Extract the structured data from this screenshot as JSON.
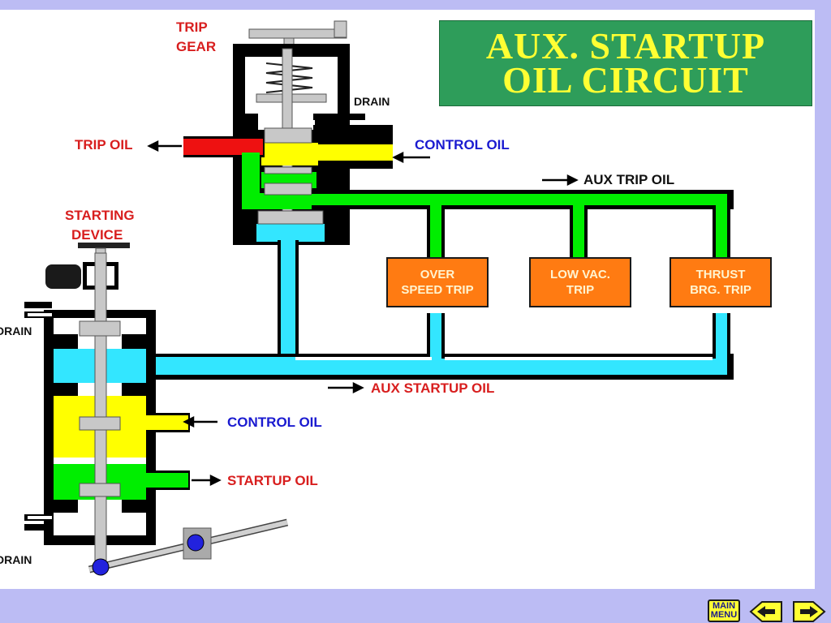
{
  "title": {
    "line1": "AUX. STARTUP",
    "line2": "OIL CIRCUIT"
  },
  "labels": {
    "trip_gear": [
      "TRIP",
      "GEAR"
    ],
    "drain_top": "DRAIN",
    "trip_oil": "TRIP OIL",
    "control_oil_top": "CONTROL OIL",
    "aux_trip_oil": "AUX TRIP OIL",
    "starting_device": [
      "STARTING",
      "DEVICE"
    ],
    "drain_left_upper": "DRAIN",
    "drain_left_lower": "DRAIN",
    "aux_startup_oil": "AUX STARTUP OIL",
    "control_oil_bottom": "CONTROL OIL",
    "startup_oil": "STARTUP OIL"
  },
  "trip_devices": [
    {
      "line1": "OVER",
      "line2": "SPEED TRIP"
    },
    {
      "line1": "LOW VAC.",
      "line2": "TRIP"
    },
    {
      "line1": "THRUST",
      "line2": "BRG. TRIP"
    }
  ],
  "nav": {
    "main_menu": [
      "MAIN",
      "MENU"
    ],
    "prev_icon": "left-arrow-icon",
    "next_icon": "right-arrow-icon"
  },
  "colors": {
    "background": "#bcbcf4",
    "title_bg": "#2e9d5a",
    "title_text": "#ffff33",
    "trip_oil": "#ee1111",
    "control_oil": "#ffff00",
    "aux_trip_oil": "#00ee00",
    "aux_startup_oil": "#33e6ff",
    "trip_device": "#ff7b12"
  }
}
